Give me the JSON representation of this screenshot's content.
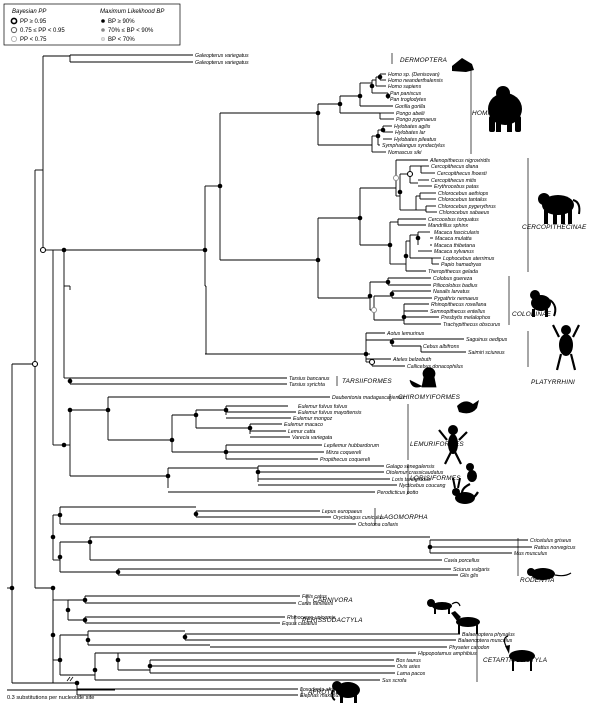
{
  "legend": {
    "bayes_title": "Bayesian PP",
    "ml_title": "Maximum Likelihood BP",
    "bayes_items": [
      "PP ≥ 0.95",
      "0.75 ≤ PP < 0.95",
      "PP < 0.75"
    ],
    "ml_items": [
      "BP ≥ 90%",
      "70% ≤ BP < 90%",
      "BP < 70%"
    ]
  },
  "scale_label": "0.3 substitutions per nucleotide site",
  "groups": {
    "dermoptera": "DERMOPTERA",
    "hominoidea": "HOMINOIDEA",
    "cercopithecinae": "CERCOPITHECINAE",
    "colobinae": "COLOBINAE",
    "platyrrhini": "PLATYRRHINI",
    "tarsiiformes": "TARSIIFORMES",
    "chiromyiformes": "CHIROMYIFORMES",
    "lemuriformes": "LEMURIFORMES",
    "lorisiformes": "LORISIFORMES",
    "lagomorpha": "LAGOMORPHA",
    "rodentia": "RODENTIA",
    "carnivora": "CARNIVORA",
    "perissodactyla": "PERISSODACTYLA",
    "cetartiodactyla": "CETARTIODACTYLA",
    "afrotheria": "AFROTHERIA"
  },
  "taxa": [
    "Galeopterus variegatus",
    "Galeopterus variegatus",
    "Homo sp. (Denisovan)",
    "Homo neanderthalensis",
    "Homo sapiens",
    "Pan paniscus",
    "Pan troglodytes",
    "Gorilla gorilla",
    "Pongo abelii",
    "Pongo pygmaeus",
    "Hylobates agilis",
    "Hylobates lar",
    "Hylobates pileatus",
    "Symphalangus syndactylus",
    "Nomascus siki",
    "Allenopithecus nigroviridis",
    "Cercopithecus diana",
    "Cercopithecus lhoesti",
    "Cercopithecus mitis",
    "Erythrocebus patas",
    "Chlorocebus aethiops",
    "Chlorocebus tantalus",
    "Chlorocebus pygerythrus",
    "Chlorocebus sabaeus",
    "Cercocebus torquatus",
    "Mandrillus sphinx",
    "Macaca fascicularis",
    "Macaca mulatta",
    "Macaca thibetana",
    "Macaca sylvanus",
    "Lophocebus aterrimus",
    "Papio hamadryas",
    "Theropithecus gelada",
    "Colobus guereza",
    "Piliocolobus badius",
    "Nasalis larvatus",
    "Pygathrix nemaeus",
    "Rhinopithecus roxellana",
    "Semnopithecus entellus",
    "Presbytis melalophos",
    "Trachypithecus obscurus",
    "Aotus lemurinus",
    "Saguinus oedipus",
    "Cebus albifrons",
    "Saimiri sciureus",
    "Ateles belzebuth",
    "Callicebus donacophilus",
    "Tarsius bancanus",
    "Tarsius syrichta",
    "Daubentonia madagascariensis",
    "Eulemur fulvus fulvus",
    "Eulemur fulvus mayottensis",
    "Eulemur mongoz",
    "Eulemur macaco",
    "Lemur catta",
    "Varecia variegata",
    "Lepilemur hubbardorum",
    "Mirza coquereli",
    "Propithecus coquereli",
    "Galago senegalensis",
    "Otolemur crassicaudatus",
    "Loris tardigradus",
    "Nycticebus coucang",
    "Perodicticus potto",
    "Lepus europaeus",
    "Oryctolagus cuniculus",
    "Ochotona collaris",
    "Cricetulus griseus",
    "Rattus norvegicus",
    "Mus musculus",
    "Cavia porcellus",
    "Sciurus vulgaris",
    "Glis glis",
    "Felis catus",
    "Canis familiaris",
    "Rhinoceros unicornis",
    "Equus caballus",
    "Balaenoptera physalus",
    "Balaenoptera musculus",
    "Physeter catodon",
    "Hippopotamus amphibius",
    "Bos taurus",
    "Ovis aries",
    "Lama pacos",
    "Sus scrofa",
    "Loxodonta africana",
    "Elephas maximus"
  ]
}
